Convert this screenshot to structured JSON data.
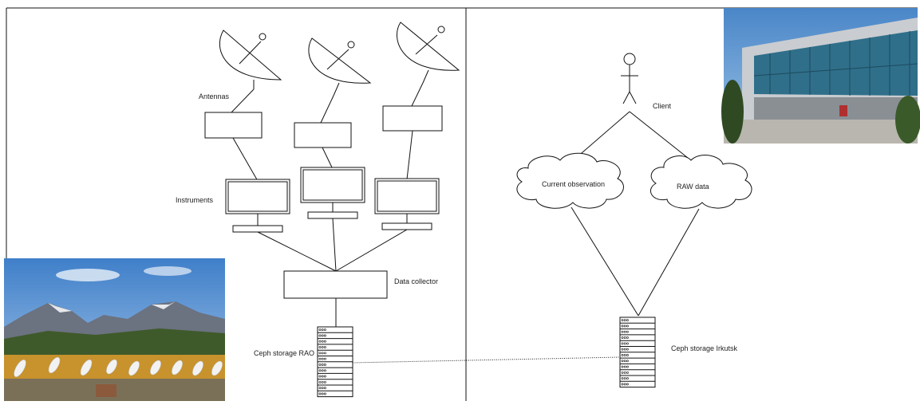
{
  "labels": {
    "antennas": "Antennas",
    "instruments": "Instruments",
    "data_collector": "Data collector",
    "ceph_rao": "Ceph storage RAO",
    "client": "Client",
    "current_observation": "Current observation",
    "raw_data": "RAW data",
    "ceph_irkutsk": "Ceph storage Irkutsk"
  },
  "colors": {
    "line": "#111111",
    "sky": "#6f9ed8",
    "mountain": "#6b7280",
    "forest": "#3f5a2a",
    "autumn": "#c8922c",
    "building_glass": "#2f6f8a",
    "building_wall": "#c9ccd0"
  },
  "photos": {
    "radio_telescope_array": "photo of mountains with a row of dish antennas",
    "observatory_building": "photo of institute building"
  }
}
